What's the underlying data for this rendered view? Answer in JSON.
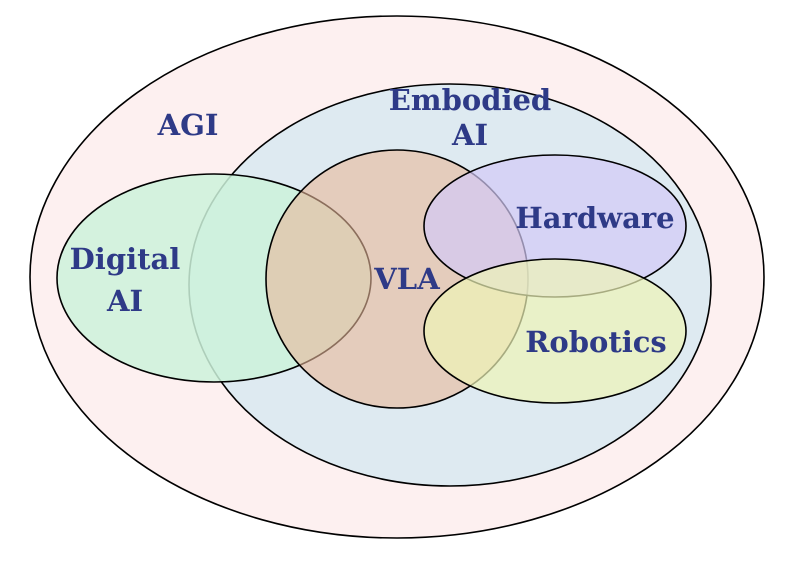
{
  "diagram": {
    "labels": {
      "agi": "AGI",
      "embodied_line1": "Embodied",
      "embodied_line2": "AI",
      "digital_line1": "Digital",
      "digital_line2": "AI",
      "vla": "VLA",
      "hardware": "Hardware",
      "robotics": "Robotics"
    },
    "colors": {
      "label_text": "#2e3a87",
      "outline": "#000000",
      "agi_fill": "#fdf0f0",
      "embodied_fill": "#dce9f0",
      "digital_fill": "#cdf2da",
      "vla_fill": "#e8b89a",
      "hardware_fill": "#d3c9f7",
      "robotics_fill": "#eef3b6"
    }
  }
}
